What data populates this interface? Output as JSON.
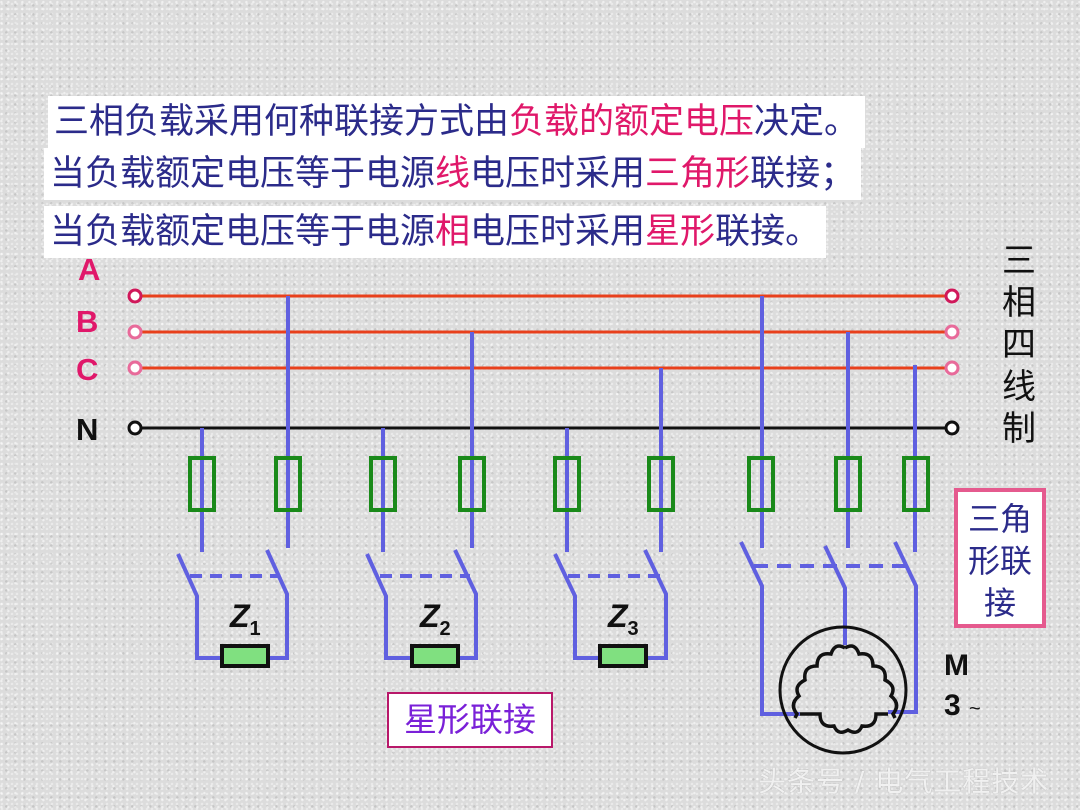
{
  "title": {
    "line1": [
      {
        "text": "三相负载采用何种联接方式由",
        "highlight": false
      },
      {
        "text": "负载的额定电压",
        "highlight": true
      },
      {
        "text": "决定。",
        "highlight": false
      }
    ],
    "line2": [
      {
        "text": "当负载额定电压等于电源",
        "highlight": false
      },
      {
        "text": "线",
        "highlight": true
      },
      {
        "text": "电压时采用",
        "highlight": false
      },
      {
        "text": "三角形",
        "highlight": true
      },
      {
        "text": "联接；",
        "highlight": false
      }
    ],
    "line3": [
      {
        "text": "当负载额定电压等于电源",
        "highlight": false
      },
      {
        "text": "相",
        "highlight": true
      },
      {
        "text": "电压时采用",
        "highlight": false
      },
      {
        "text": "星形",
        "highlight": true
      },
      {
        "text": "联接。",
        "highlight": false
      }
    ]
  },
  "bus_lines": [
    {
      "label": "A",
      "color": "#e0186a",
      "wire_color": "#e8401c"
    },
    {
      "label": "B",
      "color": "#e0186a",
      "wire_color": "#e8401c"
    },
    {
      "label": "C",
      "color": "#e0186a",
      "wire_color": "#e8401c"
    },
    {
      "label": "N",
      "color": "#111111",
      "wire_color": "#111111"
    }
  ],
  "system_label": [
    "三",
    "相",
    "四",
    "线",
    "制"
  ],
  "loads": [
    {
      "name": "Z",
      "subscript": "1"
    },
    {
      "name": "Z",
      "subscript": "2"
    },
    {
      "name": "Z",
      "subscript": "3"
    }
  ],
  "star_label": "星形联接",
  "delta_label": [
    "三角",
    "形联",
    "接"
  ],
  "motor": {
    "line1": "M",
    "line2": "3",
    "symbol": "~"
  },
  "watermark": "头条号 / 电气工程技术",
  "colors": {
    "text": "#2b2b8a",
    "highlight": "#e0186a",
    "phase_wire": "#e8401c",
    "drop_wire": "#6060e0",
    "fuse": "#1a8a1a",
    "load": "#80e080"
  }
}
